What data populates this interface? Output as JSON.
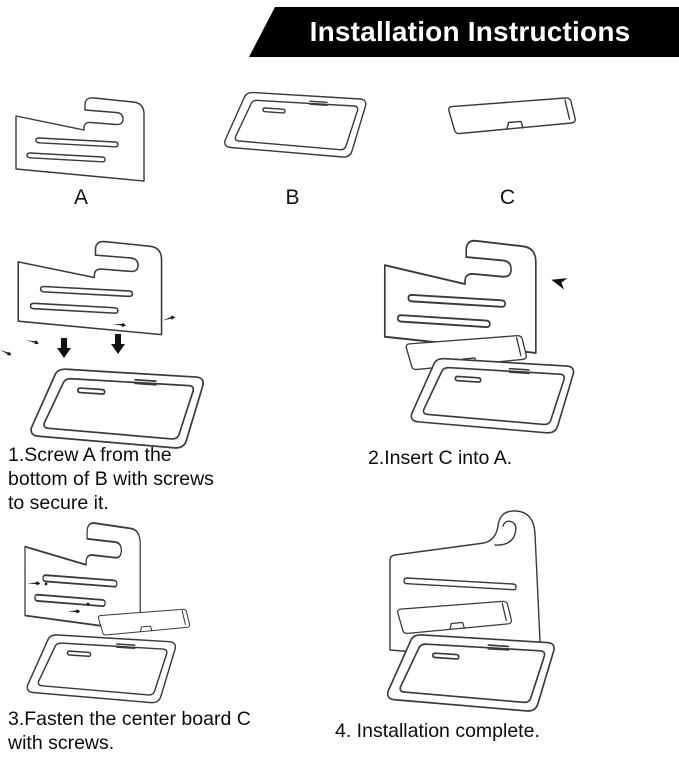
{
  "header": {
    "title": "Installation Instructions"
  },
  "parts": {
    "a": {
      "label": "A"
    },
    "b": {
      "label": "B"
    },
    "c": {
      "label": "C"
    }
  },
  "steps": {
    "step1": {
      "caption": "1.Screw A from the bottom of B with screws to secure it."
    },
    "step2": {
      "caption": "2.Insert C into A."
    },
    "step3": {
      "caption": "3.Fasten the center board C with screws."
    },
    "step4": {
      "caption": "4. Installation complete."
    }
  },
  "colors": {
    "banner_bg": "#000000",
    "banner_text": "#ffffff",
    "line_art": "#3a3a3a",
    "text": "#111111"
  }
}
